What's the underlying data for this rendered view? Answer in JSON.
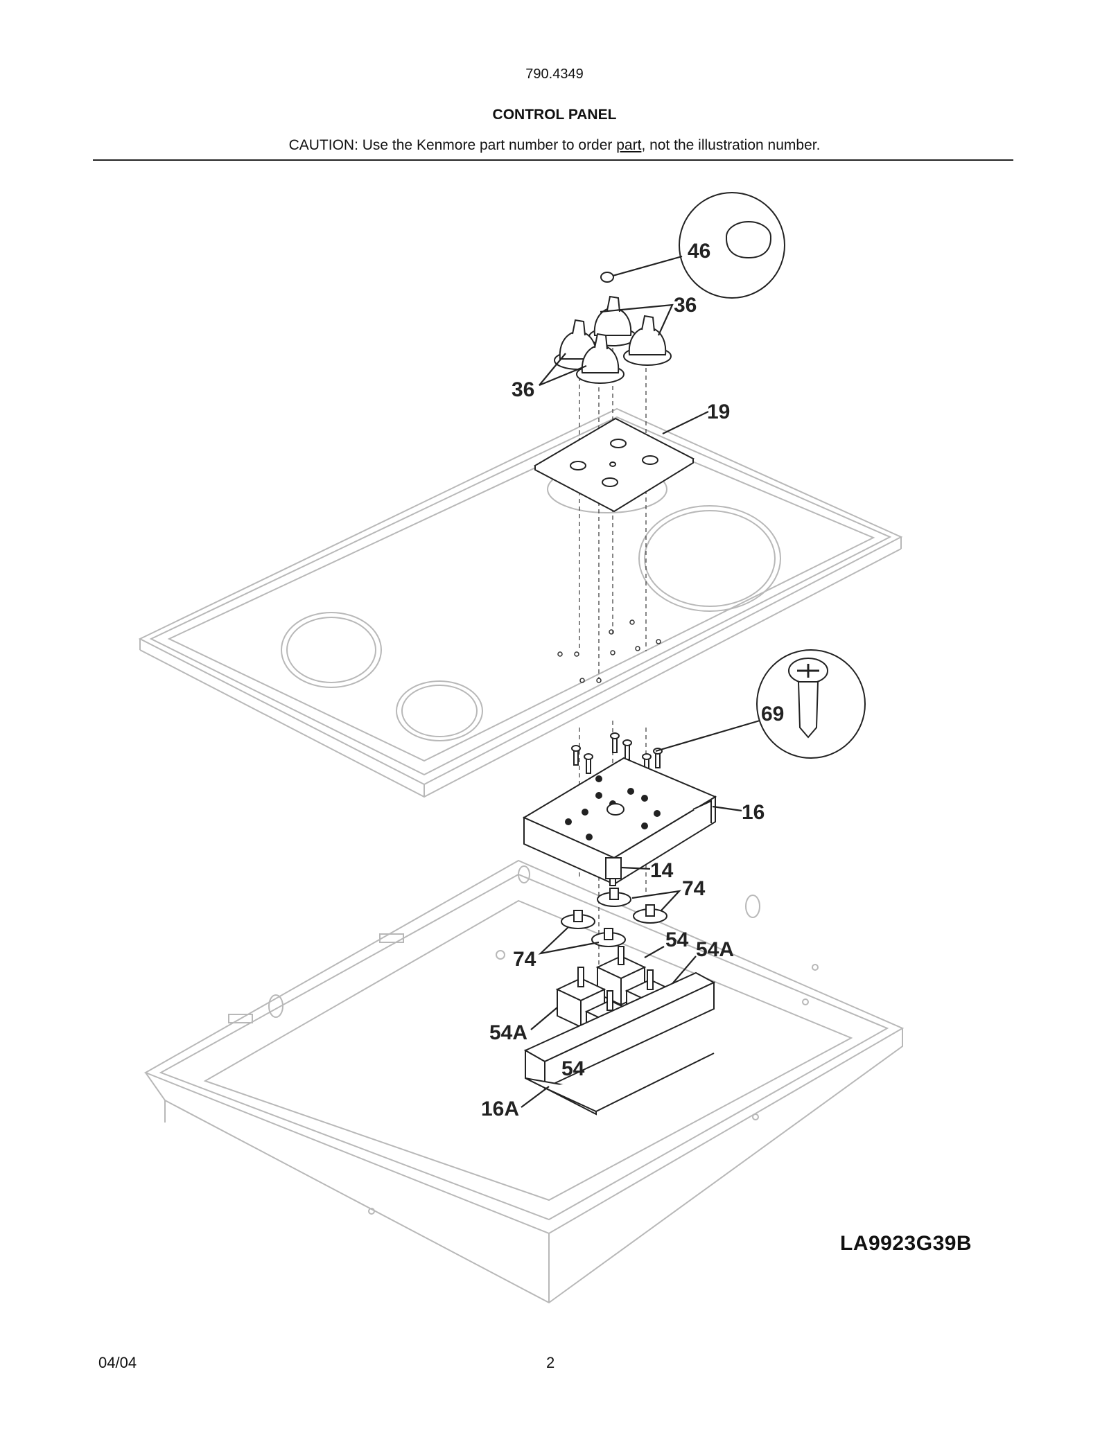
{
  "header": {
    "model_number": "790.4349",
    "section_title": "CONTROL PANEL",
    "caution_prefix": "CAUTION: Use the Kenmore part number to order ",
    "caution_link": "part",
    "caution_suffix": ", not the illustration number."
  },
  "callouts": {
    "c46": "46",
    "c36a": "36",
    "c36b": "36",
    "c19": "19",
    "c69": "69",
    "c16": "16",
    "c14": "14",
    "c74a": "74",
    "c74b": "74",
    "c54a": "54",
    "c54Aa": "54A",
    "c54Ab": "54A",
    "c54b": "54",
    "c16A": "16A"
  },
  "figure_id": "LA9923G39B",
  "footer": {
    "date": "04/04",
    "page_number": "2"
  }
}
